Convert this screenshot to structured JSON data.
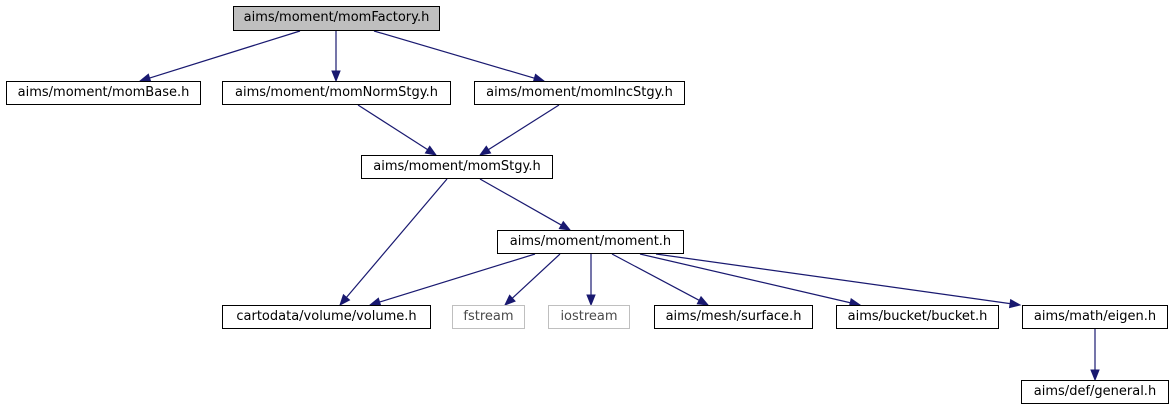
{
  "colors": {
    "edge": "#191970",
    "node_border": "#000000",
    "focus_fill": "#bfbfbf",
    "external_border": "#bfbfbf",
    "background": "#ffffff"
  },
  "nodes": [
    {
      "id": "momFactory",
      "label": "aims/moment/momFactory.h",
      "kind": "focus"
    },
    {
      "id": "momBase",
      "label": "aims/moment/momBase.h",
      "kind": "documented"
    },
    {
      "id": "momNormStgy",
      "label": "aims/moment/momNormStgy.h",
      "kind": "documented"
    },
    {
      "id": "momIncStgy",
      "label": "aims/moment/momIncStgy.h",
      "kind": "documented"
    },
    {
      "id": "momStgy",
      "label": "aims/moment/momStgy.h",
      "kind": "documented"
    },
    {
      "id": "moment",
      "label": "aims/moment/moment.h",
      "kind": "documented"
    },
    {
      "id": "volume",
      "label": "cartodata/volume/volume.h",
      "kind": "documented"
    },
    {
      "id": "fstream",
      "label": "fstream",
      "kind": "external"
    },
    {
      "id": "iostream",
      "label": "iostream",
      "kind": "external"
    },
    {
      "id": "surface",
      "label": "aims/mesh/surface.h",
      "kind": "documented"
    },
    {
      "id": "bucket",
      "label": "aims/bucket/bucket.h",
      "kind": "documented"
    },
    {
      "id": "eigen",
      "label": "aims/math/eigen.h",
      "kind": "documented"
    },
    {
      "id": "general",
      "label": "aims/def/general.h",
      "kind": "documented"
    }
  ],
  "edges": [
    [
      "momFactory",
      "momBase"
    ],
    [
      "momFactory",
      "momNormStgy"
    ],
    [
      "momFactory",
      "momIncStgy"
    ],
    [
      "momNormStgy",
      "momStgy"
    ],
    [
      "momIncStgy",
      "momStgy"
    ],
    [
      "momStgy",
      "volume"
    ],
    [
      "momStgy",
      "moment"
    ],
    [
      "moment",
      "volume"
    ],
    [
      "moment",
      "fstream"
    ],
    [
      "moment",
      "iostream"
    ],
    [
      "moment",
      "surface"
    ],
    [
      "moment",
      "bucket"
    ],
    [
      "moment",
      "eigen"
    ],
    [
      "eigen",
      "general"
    ]
  ]
}
